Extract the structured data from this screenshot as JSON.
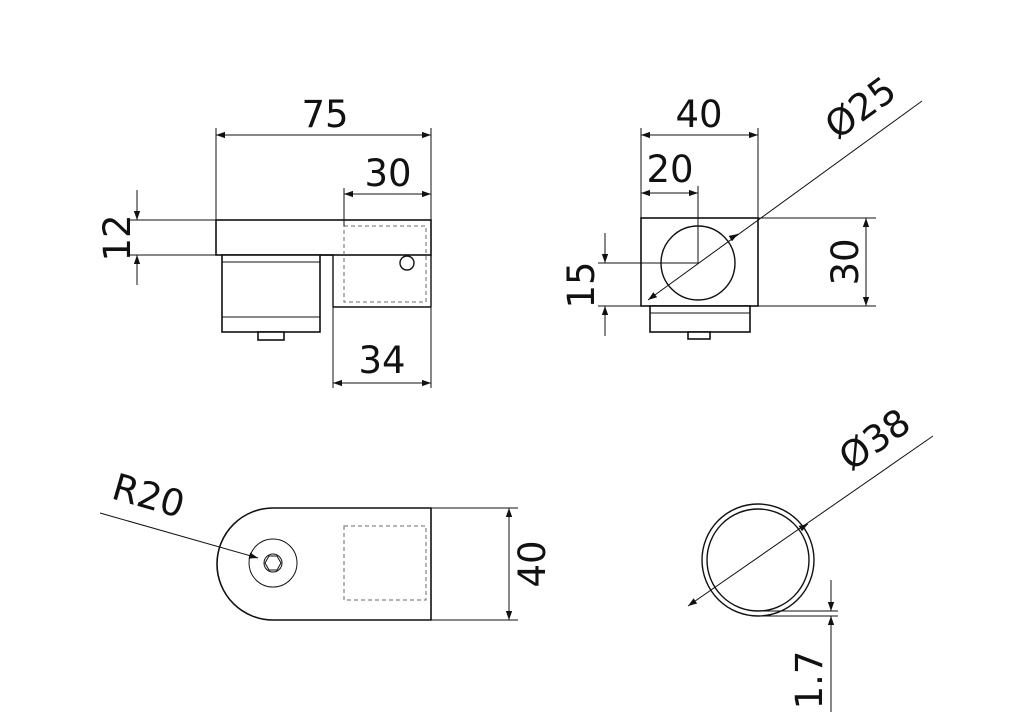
{
  "views": {
    "side": {
      "dim_overall_length": "75",
      "dim_clamp_length": "30",
      "dim_lower_length": "34",
      "dim_thickness": "12"
    },
    "front": {
      "dim_width": "40",
      "dim_center_offset": "20",
      "dim_bore_diameter": "Ø25",
      "dim_height": "30",
      "dim_center_height": "15"
    },
    "plan": {
      "dim_radius": "R20",
      "dim_width": "40"
    },
    "ring": {
      "dim_diameter": "Ø38",
      "dim_wall": "1.7"
    }
  }
}
